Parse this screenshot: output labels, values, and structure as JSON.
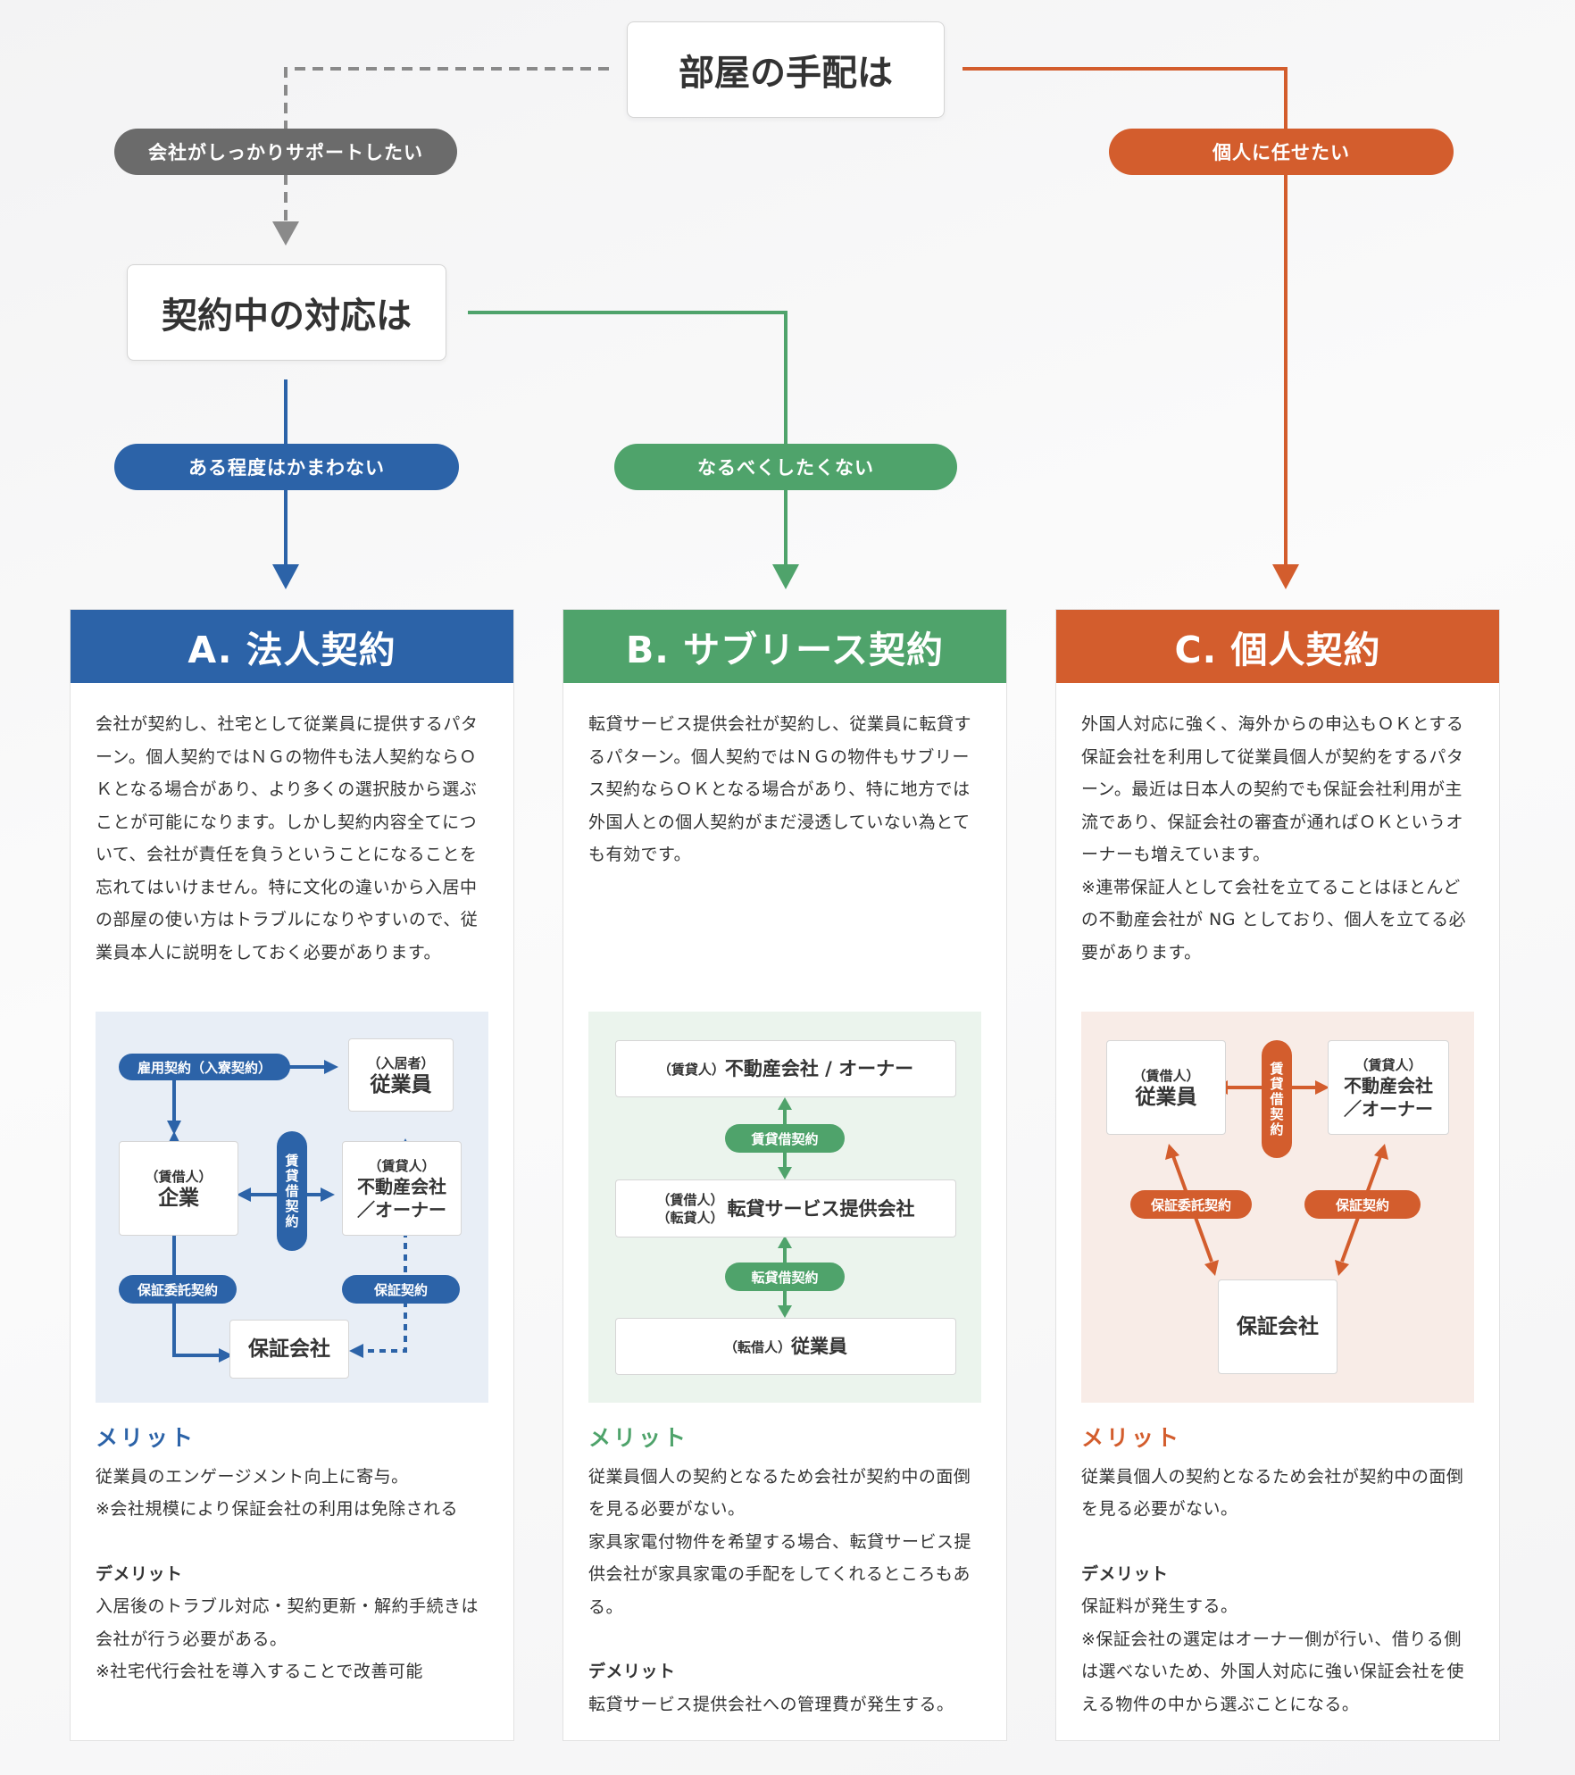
{
  "colors": {
    "blue": "#2c63a8",
    "green": "#4fa36b",
    "orange": "#d35d2d",
    "gray": "#6b6b6b"
  },
  "flow": {
    "question1": "部屋の手配は",
    "question2": "契約中の対応は",
    "branch_company": "会社がしっかりサポートしたい",
    "branch_individual": "個人に任せたい",
    "branch_ok": "ある程度はかまわない",
    "branch_avoid": "なるべくしたくない"
  },
  "cards": {
    "a": {
      "title": "A. 法人契約",
      "body": "会社が契約し、社宅として従業員に提供するパターン。個人契約ではＮＧの物件も法人契約ならＯＫとなる場合があり、より多くの選択肢から選ぶことが可能になります。しかし契約内容全てについて、会社が責任を負うということになることを忘れてはいけません。特に文化の違いから入居中の部屋の使い方はトラブルになりやすいので、従業員本人に説明をしておく必要があります。",
      "merit_title": "メリット",
      "merit": [
        "従業員のエンゲージメント向上に寄与。",
        "※会社規模により保証会社の利用は免除される"
      ],
      "demerit_title": "デメリット",
      "demerit": [
        "入居後のトラブル対応・契約更新・解約手続きは会社が行う必要がある。",
        "※社宅代行会社を導入することで改善可能"
      ],
      "diagram": {
        "employment": "雇用契約（入寮契約）",
        "tenant_role": "（入居者）",
        "tenant": "従業員",
        "borrower_role": "（賃借人）",
        "borrower": "企業",
        "lessor_role": "（賃貸人）",
        "lessor": "不動産会社\n／オーナー",
        "lease": "賃貸借契約",
        "guarantee_consign": "保証委託契約",
        "guarantee": "保証契約",
        "guarantor": "保証会社"
      }
    },
    "b": {
      "title": "B. サブリース契約",
      "body": "転貸サービス提供会社が契約し、従業員に転貸するパターン。個人契約ではＮＧの物件もサブリース契約ならＯＫとなる場合があり、特に地方では外国人との個人契約がまだ浸透していない為とても有効です。",
      "merit_title": "メリット",
      "merit": [
        "従業員個人の契約となるため会社が契約中の面倒を見る必要がない。",
        "家具家電付物件を希望する場合、転貸サービス提供会社が家具家電の手配をしてくれるところもある。"
      ],
      "demerit_title": "デメリット",
      "demerit": [
        "転貸サービス提供会社への管理費が発生する。"
      ],
      "diagram": {
        "lessor_role": "（賃貸人）",
        "lessor": "不動産会社 / オーナー",
        "lease": "賃貸借契約",
        "mid_role1": "（賃借人）",
        "mid_role2": "（転貸人）",
        "mid": "転貸サービス提供会社",
        "sublease": "転貸借契約",
        "sub_role": "（転借人）",
        "sub": "従業員"
      }
    },
    "c": {
      "title": "C. 個人契約",
      "body": "外国人対応に強く、海外からの申込もＯＫとする保証会社を利用して従業員個人が契約をするパターン。最近は日本人の契約でも保証会社利用が主流であり、保証会社の審査が通ればＯＫというオーナーも増えています。",
      "note": "※連帯保証人として会社を立てることはほとんどの不動産会社が NG としており、個人を立てる必要があります。",
      "merit_title": "メリット",
      "merit": [
        "従業員個人の契約となるため会社が契約中の面倒を見る必要がない。"
      ],
      "demerit_title": "デメリット",
      "demerit": [
        "保証料が発生する。",
        "※保証会社の選定はオーナー側が行い、借りる側は選べないため、外国人対応に強い保証会社を使える物件の中から選ぶことになる。"
      ],
      "diagram": {
        "borrower_role": "（賃借人）",
        "borrower": "従業員",
        "lease": "賃貸借契約",
        "lessor_role": "（賃貸人）",
        "lessor": "不動産会社\n／オーナー",
        "guarantee_consign": "保証委託契約",
        "guarantee": "保証契約",
        "guarantor": "保証会社"
      }
    }
  }
}
